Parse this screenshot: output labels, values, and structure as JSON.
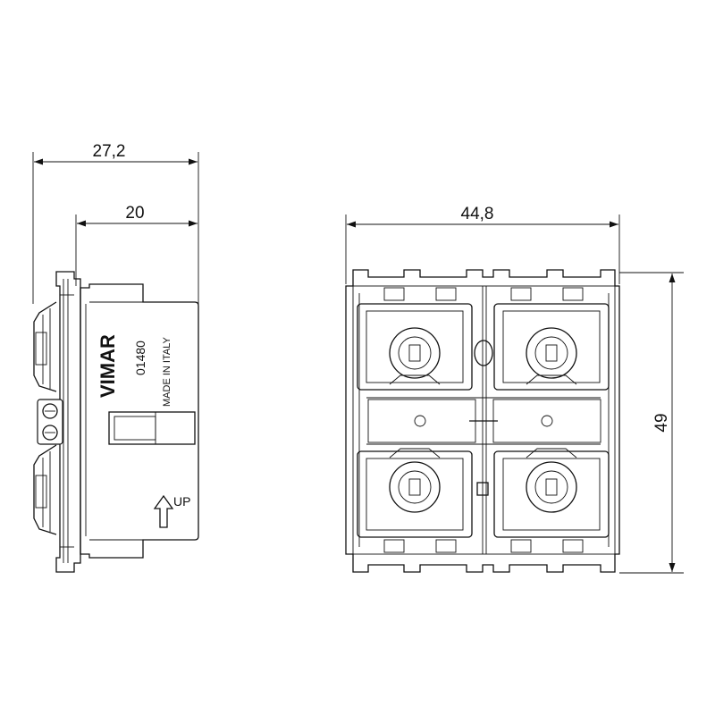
{
  "side_view": {
    "overall_depth": "27,2",
    "body_depth": "20",
    "brand": "VIMAR",
    "part_number": "01480",
    "origin": "MADE IN ITALY",
    "orientation_mark": "UP"
  },
  "front_view": {
    "width": "44,8",
    "height": "49"
  },
  "icons": {
    "up_arrow": "up-arrow-icon"
  },
  "colors": {
    "line": "#111111",
    "background": "#ffffff"
  }
}
